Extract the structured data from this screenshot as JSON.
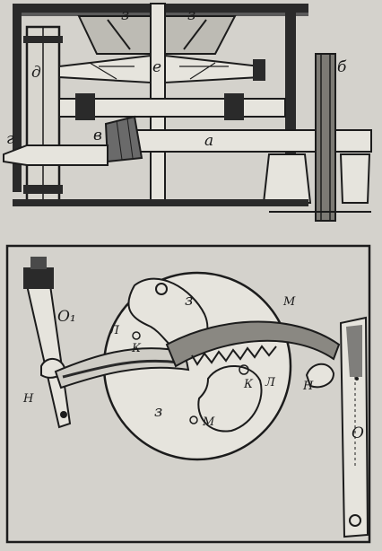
{
  "top_view": {
    "labels": {
      "z_left": "з",
      "z_right": "з",
      "d": "д",
      "e": "е",
      "b": "б",
      "g": "г",
      "v": "в",
      "a": "а"
    }
  },
  "bottom_view": {
    "labels": {
      "o1": "О₁",
      "n_left": "Н",
      "l_upper": "Л",
      "k_upper": "К",
      "z_upper": "з",
      "m": "М",
      "z_lower": "з",
      "k_lower": "К",
      "l_lower": "Л",
      "n_right": "Н",
      "m_lower": "М",
      "o": "О"
    }
  }
}
